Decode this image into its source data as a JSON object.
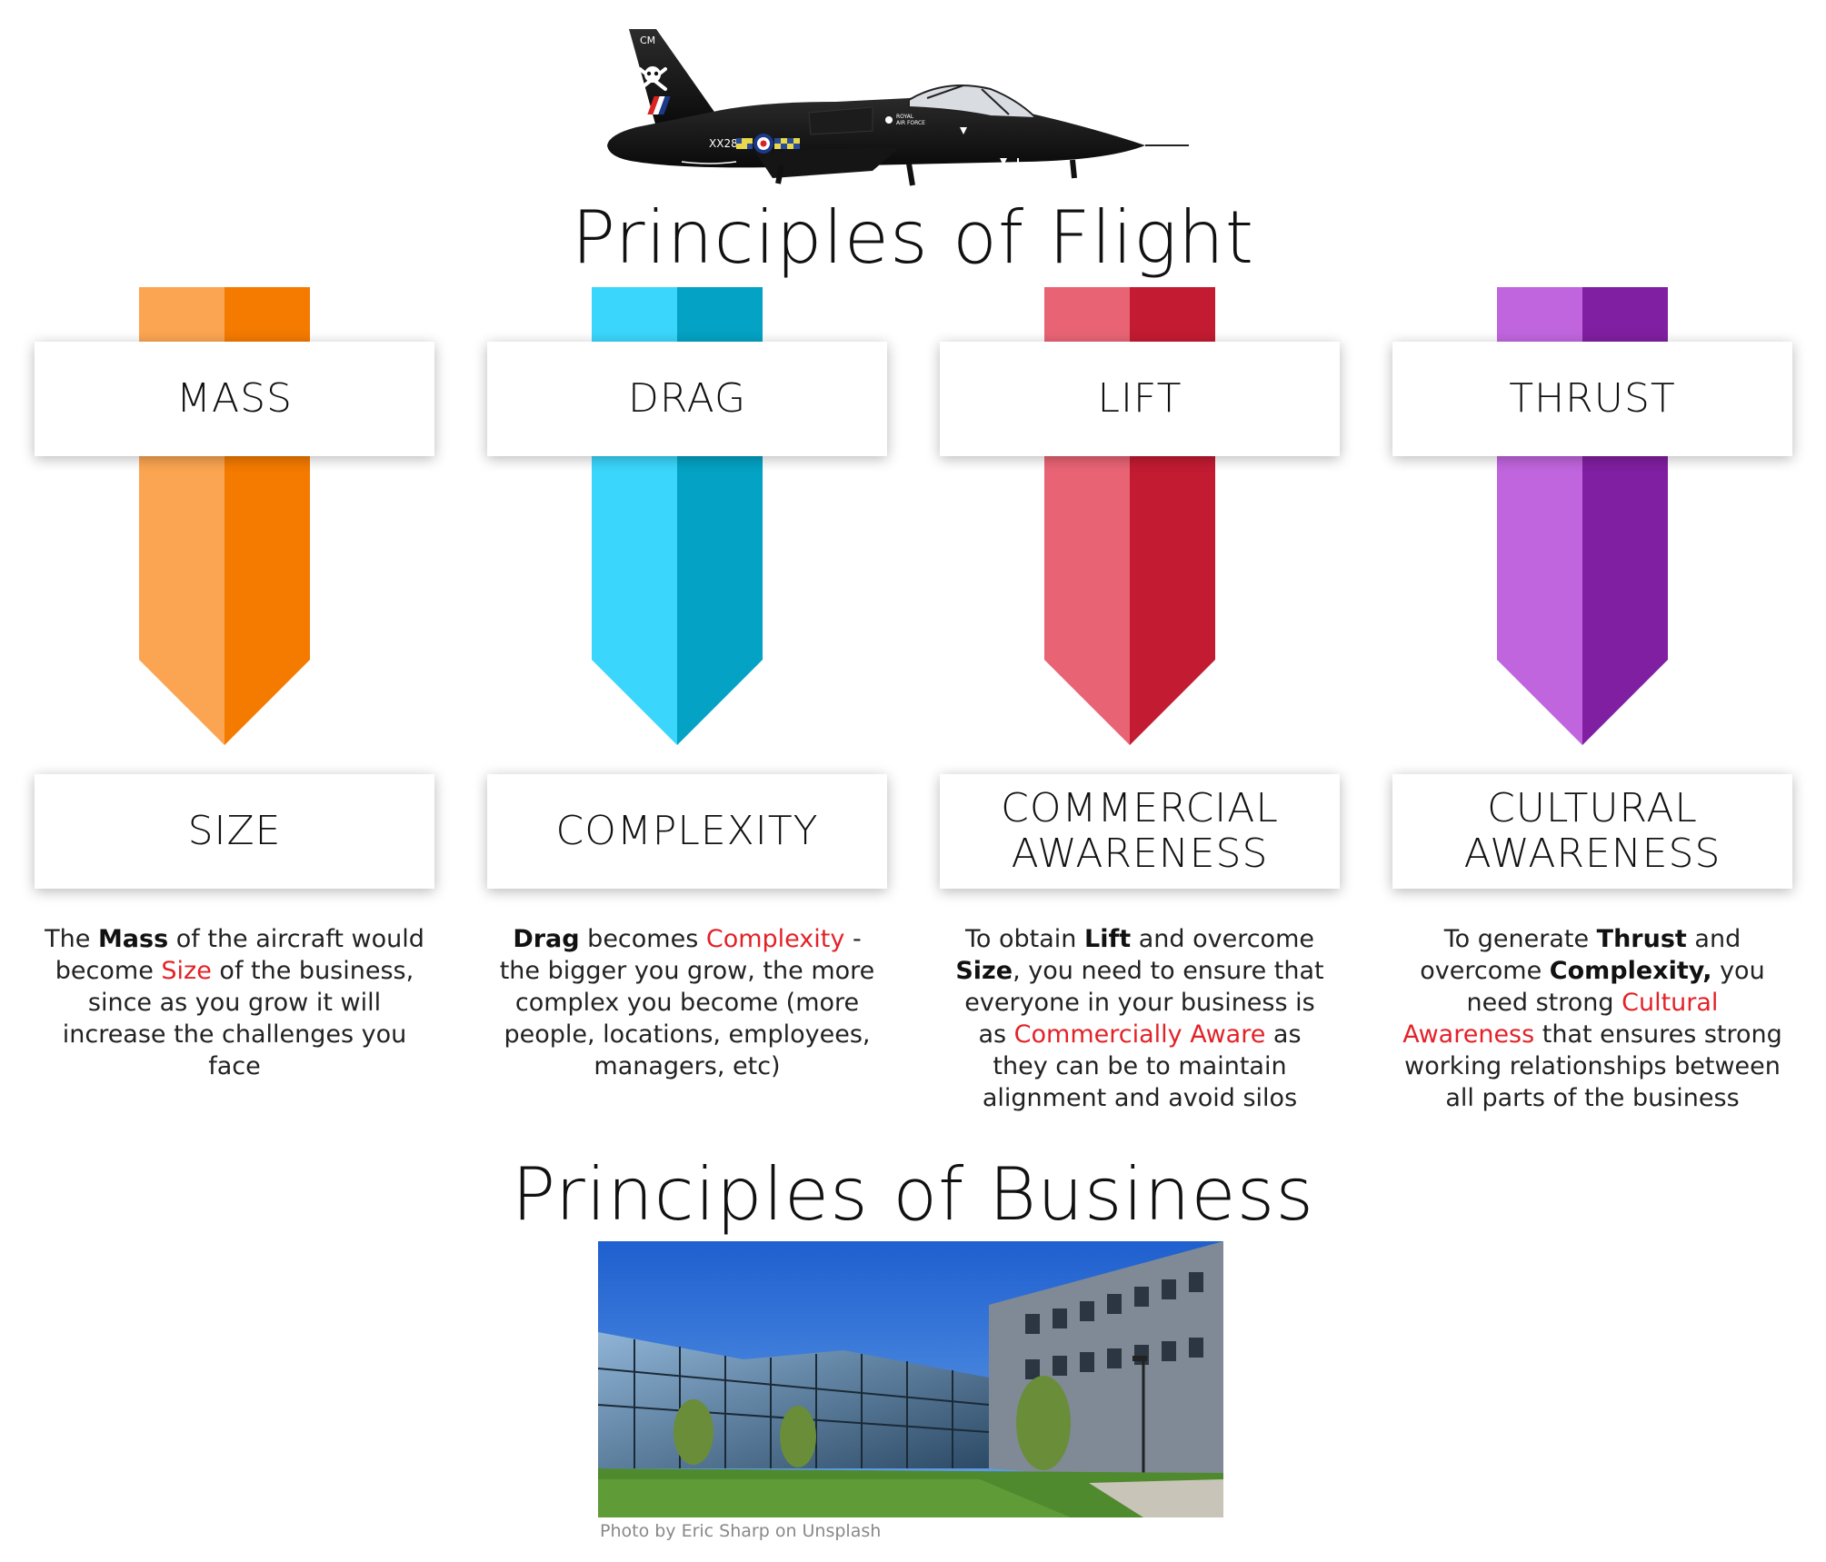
{
  "jet": {
    "tail_code": "CM",
    "serial": "XX280",
    "roundel_text_1": "ROYAL",
    "roundel_text_2": "AIR FORCE"
  },
  "flight_title": "Principles of Flight",
  "business_title": "Principles of Business",
  "columns": [
    {
      "force": "MASS",
      "principle_line1": "SIZE",
      "principle_line2": "",
      "light": "#fba552",
      "dark": "#f47a00",
      "desc": [
        "The ",
        "Mass",
        " of the aircraft would become ",
        "Size",
        " of the business, since as you grow it will increase the challenges you face"
      ]
    },
    {
      "force": "DRAG",
      "principle_line1": "COMPLEXITY",
      "principle_line2": "",
      "light": "#3ad6fb",
      "dark": "#04a2c4",
      "desc": [
        "Drag",
        " becomes ",
        "Complexity",
        " - the bigger you grow, the more complex you become (more people, locations, employees, managers, etc)"
      ]
    },
    {
      "force": "LIFT",
      "principle_line1": "COMMERCIAL",
      "principle_line2": "AWARENESS",
      "light": "#e86475",
      "dark": "#c21b32",
      "desc": [
        "To obtain ",
        "Lift",
        " and overcome ",
        "Size",
        ", you need to ensure that everyone in your business is as ",
        "Commercially Aware",
        " as they can be to maintain alignment and avoid silos"
      ]
    },
    {
      "force": "THRUST",
      "principle_line1": "CULTURAL",
      "principle_line2": "AWARENESS",
      "light": "#c065de",
      "dark": "#801fa1",
      "desc": [
        "To generate ",
        "Thrust",
        " and overcome ",
        "Complexity,",
        " you need strong ",
        "Cultural Awareness",
        " that ensures strong working relationships between all parts of the business"
      ]
    }
  ],
  "photo_credit": "Photo by Eric Sharp on Unsplash"
}
